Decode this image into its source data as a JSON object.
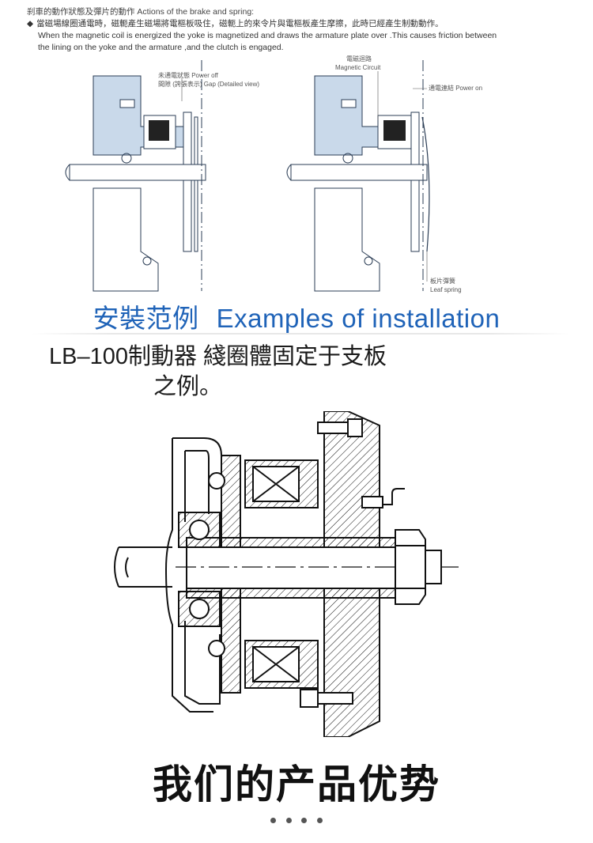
{
  "intro": {
    "line1": "刹車的動作狀態及彈片的動作  Actions of the brake and spring:",
    "bullet": "◆",
    "line2": "當磁場線圈通電時，磁軛產生磁場將電樞板吸住，磁軛上的來令片與電樞板產生摩擦，此時已經產生制動動作。",
    "line3a": "When the magnetic coil is energized the yoke is magnetized and draws the armature plate over .This causes friction between",
    "line3b": "the lining on the yoke and the armature ,and the clutch is engaged."
  },
  "figure_top": {
    "power_off": "未通電狀態  Power off",
    "gap": "間隙 (誇張表示) Gap (Detailed view)",
    "magnetic_circuit_cn": "電磁迴路",
    "magnetic_circuit_en": "Magnetic Circuit",
    "power_on": "通電連結 Power on",
    "leaf_spring_cn": "板片彈簧",
    "leaf_spring_en": "Leaf spring"
  },
  "section": {
    "title_cn": "安裝范例",
    "title_en": "Examples of installation"
  },
  "heading": {
    "line1": "LB–100制動器   綫圈體固定于支板",
    "line2": "之例。"
  },
  "footer": {
    "advantage": "我们的产品优势"
  },
  "colors": {
    "accent_blue": "#1f63b8",
    "drawing_blue": "#c9d9ea",
    "drawing_line": "#2b3d55"
  }
}
